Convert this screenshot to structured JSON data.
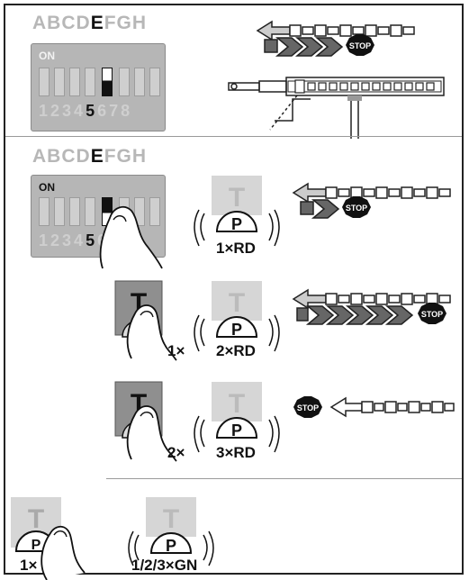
{
  "dip_letters": [
    "A",
    "B",
    "C",
    "D",
    "E",
    "F",
    "G",
    "H"
  ],
  "active_letter": "E",
  "dip_on_label": "ON",
  "dip_numbers": [
    "1",
    "2",
    "3",
    "4",
    "5",
    "6",
    "7",
    "8"
  ],
  "active_number": "5",
  "button_t_letter": "T",
  "button_p_letter": "P",
  "stop_text": "STOP",
  "steps": {
    "step2_led": "1×RD",
    "step3_press": "1×",
    "step3_led": "2×RD",
    "step4_press": "2×",
    "step4_led": "3×RD",
    "step5_press": "1×",
    "step5_led": "1/2/3×GN"
  },
  "colors": {
    "panel_grey": "#b6b6b6",
    "line_black": "#111111",
    "stop_red": "#111111"
  }
}
